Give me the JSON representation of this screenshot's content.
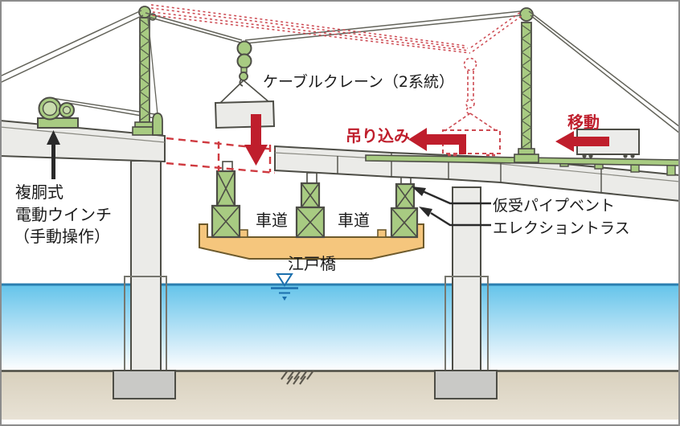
{
  "figure": {
    "type": "bridge-erection-construction-diagram",
    "labels": {
      "cable_crane": "ケーブルクレーン（2系統）",
      "winch_line1": "複胴式",
      "winch_line2": "電動ウインチ",
      "winch_line3": "（手動操作）",
      "lift_in": "吊り込み",
      "move": "移動",
      "roadway_left": "車道",
      "roadway_right": "車道",
      "bridge_name": "江戸橋",
      "pipe_bent": "仮受パイプベント",
      "erection_truss": "エレクショントラス"
    },
    "colors": {
      "green_fill": "#a8cb82",
      "outline": "#4d4d46",
      "girder_grey": "#ebebe8",
      "footing_grey": "#c9c9c6",
      "orange_deck": "#f5c67d",
      "red_solid": "#bf1e2c",
      "red_ghost": "#cd4a52",
      "red_dash": "#cf3a40",
      "water_top": "#62c3ea",
      "waterline": "#2b7fb0",
      "ground": "#d8d0bd",
      "water_symbol_blue": "#1b6fad"
    }
  }
}
